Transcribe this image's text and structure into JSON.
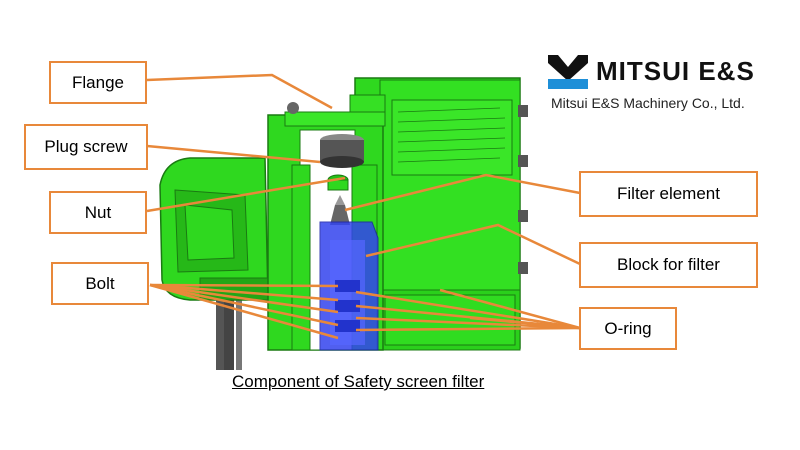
{
  "labels": {
    "flange": "Flange",
    "plug_screw": "Plug screw",
    "nut": "Nut",
    "bolt": "Bolt",
    "filter_element": "Filter element",
    "block_for_filter": "Block for filter",
    "o_ring": "O-ring"
  },
  "caption": "Component of Safety screen filter",
  "logo": {
    "brand": "MITSUI E&S",
    "company": "Mitsui E&S Machinery Co., Ltd."
  },
  "colors": {
    "callout_line": "#e8883a",
    "body_green": "#33dd22",
    "filter_blue": "#3344ee"
  }
}
